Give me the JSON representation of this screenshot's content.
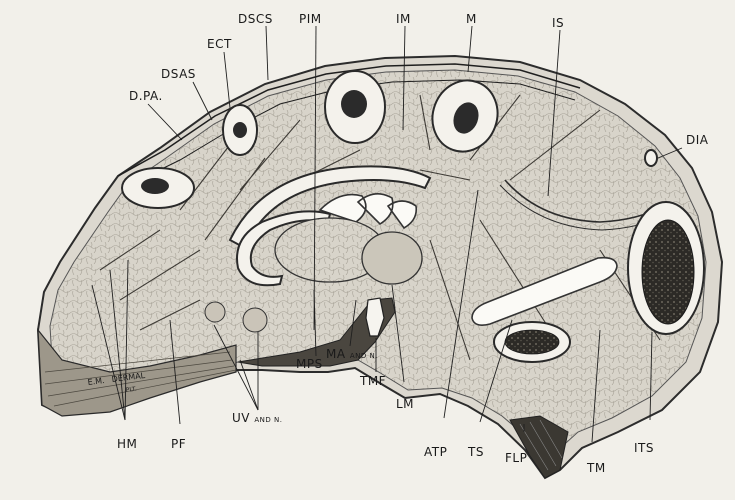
{
  "labels": {
    "DSCS": "DSCS",
    "PIM": "PIM",
    "IM": "IM",
    "M": "M",
    "IS": "IS",
    "ECT": "ECT",
    "DSAS": "DSAS",
    "DPA": "D.PA.",
    "DIA": "DIA",
    "MA": "MA",
    "MA_suffix": "AND N.",
    "MPS": "MPS",
    "TMF": "TMF",
    "LM": "LM",
    "UV": "UV",
    "UV_suffix": "AND N.",
    "HM": "HM",
    "PF": "PF",
    "ATP": "ATP",
    "TS": "TS",
    "FLP": "FLP",
    "TM": "TM",
    "ITS": "ITS",
    "EM_label": "E.M.",
    "DERMAL_label": "DERMAL",
    "DERMAL_suffix": "PLT."
  },
  "colors": {
    "background": "#f2f0ea",
    "tissue": "#d3cfc5",
    "outline": "#2c2c2c",
    "bone": "#f4f2ec",
    "marrow": "#2b2b2b"
  }
}
